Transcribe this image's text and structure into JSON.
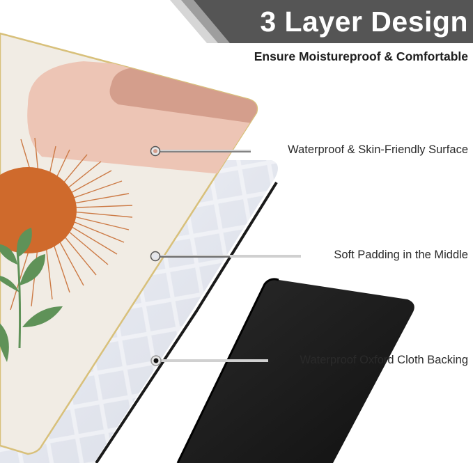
{
  "header": {
    "title": "3 Layer Design",
    "subtitle": "Ensure Moistureproof & Comfortable"
  },
  "callouts": [
    {
      "label": "Waterproof & Skin-Friendly Surface",
      "layer": "top"
    },
    {
      "label": "Soft Padding in the Middle",
      "layer": "middle"
    },
    {
      "label": "Waterproof Oxford Cloth Backing",
      "layer": "bottom"
    }
  ],
  "colors": {
    "banner": "#555555",
    "banner_stripe_light": "#d4d4d4",
    "banner_stripe_mid": "#9a9a9a",
    "surface_base": "#f1ece4",
    "arch_light": "#edc5b5",
    "arch_dark": "#d49e8c",
    "sun": "#cf6a2c",
    "rays": "#cc7a45",
    "leaf": "#5f9258",
    "gold_edge": "#d8c07a",
    "padding": "#e4e7ef",
    "backing": "#1c1c1c"
  }
}
